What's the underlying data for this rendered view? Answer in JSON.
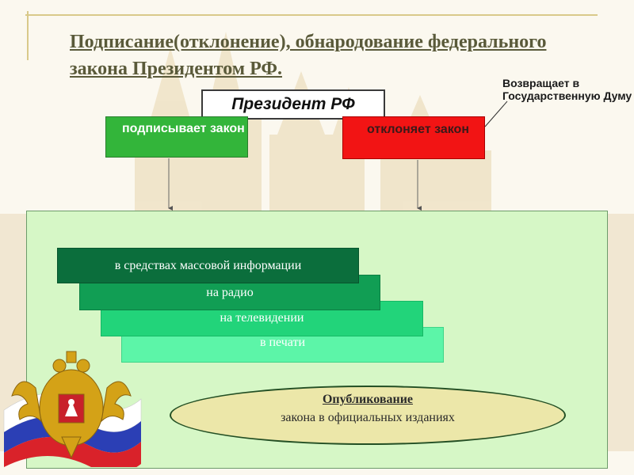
{
  "title": "Подписание(отклонение), обнародование федерального закона Президентом РФ.",
  "president": "Президент РФ",
  "returns_note": "Возвращает в Государственную Думу",
  "sign": "подписывает закон",
  "reject": "отклоняет закон",
  "channels": {
    "media": "в средствах массовой информации",
    "radio": "на радио",
    "tv": "на телевидении",
    "print": "в печати"
  },
  "publication": {
    "heading": "Опубликование",
    "subtext": "закона в официальных изданиях"
  }
}
